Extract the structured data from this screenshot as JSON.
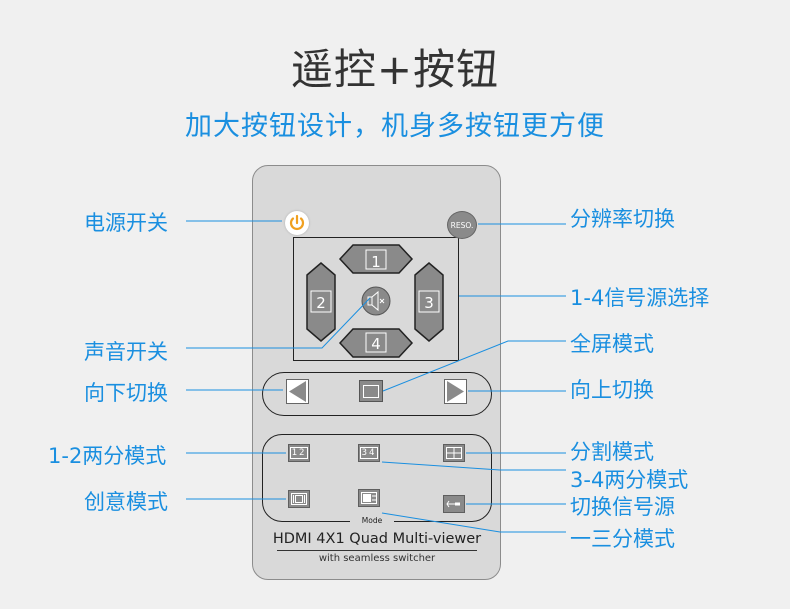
{
  "title": "遥控+按钮",
  "subtitle": "加大按钮设计，机身多按钮更方便",
  "labels": {
    "power": "电源开关",
    "sound": "声音开关",
    "prev": "向下切换",
    "two_12": "1-2两分模式",
    "creative": "创意模式",
    "resolution": "分辨率切换",
    "source_14": "1-4信号源选择",
    "fullscreen": "全屏模式",
    "next": "向上切换",
    "split": "分割模式",
    "two_34": "3-4两分模式",
    "switch_source": "切换信号源",
    "three": "一三分模式"
  },
  "remote": {
    "reso_label": "RESO.",
    "dpad": [
      "1",
      "2",
      "3",
      "4"
    ],
    "btn_12": "12",
    "btn_34": "34",
    "mode_label": "Mode",
    "model": "HDMI 4X1 Quad Multi-viewer",
    "model_sub": "with seamless switcher"
  },
  "colors": {
    "accent": "#1a8fe0",
    "power": "#f0a020",
    "button_gray": "#8a8a8a"
  },
  "icons": [
    "power-icon",
    "mute-speaker-icon",
    "left-arrow-icon",
    "right-arrow-icon",
    "fullscreen-icon",
    "split-quad-icon",
    "creative-layout-icon",
    "three-layout-icon",
    "switch-source-icon"
  ]
}
